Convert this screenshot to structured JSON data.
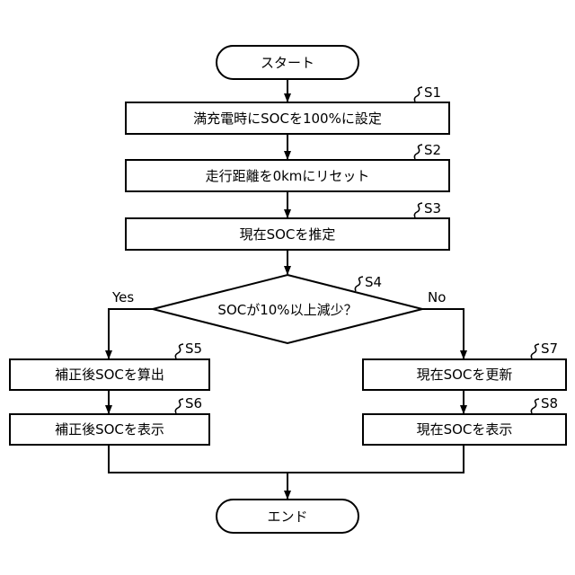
{
  "flowchart": {
    "start": "スタート",
    "end": "エンド",
    "s1": {
      "step": "S1",
      "text": "満充電時にSOCを100%に設定"
    },
    "s2": {
      "step": "S2",
      "text": "走行距離を0kmにリセット"
    },
    "s3": {
      "step": "S3",
      "text": "現在SOCを推定"
    },
    "s4": {
      "step": "S4",
      "text": "SOCが10%以上減少？",
      "yes": "Yes",
      "no": "No"
    },
    "s5": {
      "step": "S5",
      "text": "補正後SOCを算出"
    },
    "s6": {
      "step": "S6",
      "text": "補正後SOCを表示"
    },
    "s7": {
      "step": "S7",
      "text": "現在SOCを更新"
    },
    "s8": {
      "step": "S8",
      "text": "現在SOCを表示"
    }
  }
}
